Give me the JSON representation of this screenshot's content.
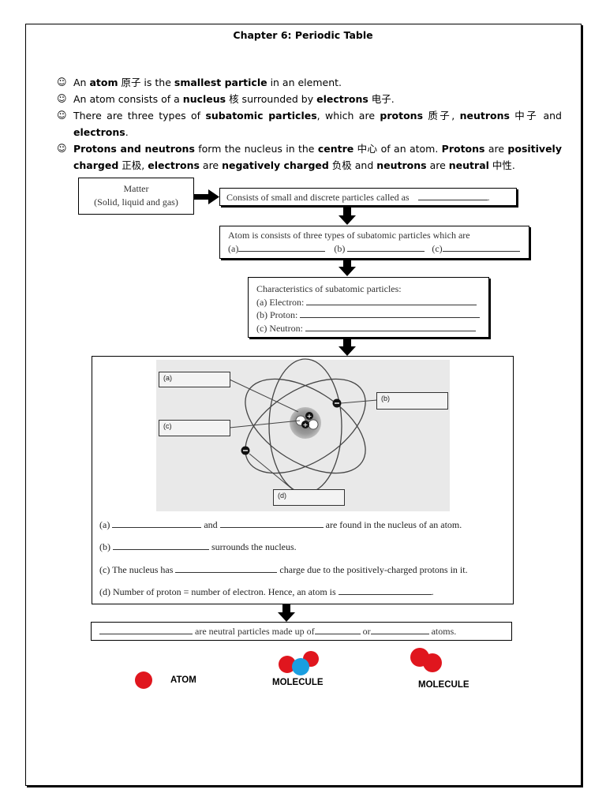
{
  "title": "Chapter 6: Periodic Table",
  "bullets": [
    {
      "smile": "☺",
      "parts": [
        [
          "An ",
          false
        ],
        [
          "atom",
          true
        ],
        [
          " 原子 is the ",
          false
        ],
        [
          "smallest particle",
          true
        ],
        [
          " in an element.",
          false
        ]
      ]
    },
    {
      "smile": "☺",
      "parts": [
        [
          "An atom consists of a ",
          false
        ],
        [
          "nucleus",
          true
        ],
        [
          " 核 surrounded by ",
          false
        ],
        [
          "electrons",
          true
        ],
        [
          " 电子.",
          false
        ]
      ]
    },
    {
      "smile": "☺",
      "parts": [
        [
          "There are three types of ",
          false
        ],
        [
          "subatomic particles",
          true
        ],
        [
          ", which are ",
          false
        ],
        [
          "protons",
          true
        ],
        [
          " 质子, ",
          false
        ],
        [
          "neutrons",
          true
        ],
        [
          " 中子 and ",
          false
        ],
        [
          "electrons",
          true
        ],
        [
          ".",
          false
        ]
      ]
    },
    {
      "smile": "☺",
      "parts": [
        [
          "Protons and neutrons",
          true
        ],
        [
          " form the nucleus in the ",
          false
        ],
        [
          "centre",
          true
        ],
        [
          " 中心 of an atom. ",
          false
        ],
        [
          "Protons",
          true
        ],
        [
          " are ",
          false
        ],
        [
          "positively charged",
          true
        ],
        [
          " 正极, ",
          false
        ],
        [
          "electrons",
          true
        ],
        [
          " are ",
          false
        ],
        [
          "negatively charged",
          true
        ],
        [
          " 负极 and ",
          false
        ],
        [
          "neutrons",
          true
        ],
        [
          " are ",
          false
        ],
        [
          "neutral",
          true
        ],
        [
          " 中性.",
          false
        ]
      ]
    }
  ],
  "flow": {
    "matter_title": "Matter",
    "matter_sub": "(Solid, liquid and gas)",
    "box1_text": "Consists of small and discrete particles called as",
    "box2_line1": "Atom is consists of three types of subatomic particles which are",
    "box2_a": "(a)",
    "box2_b": "(b)",
    "box2_c": "(c)",
    "box3_title": "Characteristics of subatomic particles:",
    "box3_a": "(a) Electron:",
    "box3_b": "(b) Proton:",
    "box3_c": "(c) Neutron:"
  },
  "diagram_labels": {
    "a": "(a)",
    "b": "(b)",
    "c": "(c)",
    "d": "(d)"
  },
  "questions": {
    "q_a_prefix": "(a)",
    "q_a_mid": "and",
    "q_a_suffix": "are found in the nucleus of an atom.",
    "q_b_prefix": "(b)",
    "q_b_suffix": "surrounds the nucleus.",
    "q_c_prefix": "(c) The nucleus has",
    "q_c_suffix": "charge due to the positively-charged protons in it.",
    "q_d_prefix": "(d) Number of proton = number of electron. Hence, an atom is",
    "q_d_suffix": "."
  },
  "bottom_box": {
    "mid1": "are neutral particles made up of",
    "mid2": "or",
    "end": "atoms."
  },
  "legend": {
    "atom": "ATOM",
    "molecule1": "MOLECULE",
    "molecule2": "MOLECULE"
  },
  "colors": {
    "red": "#e0161e",
    "blue": "#1a9ee0"
  }
}
